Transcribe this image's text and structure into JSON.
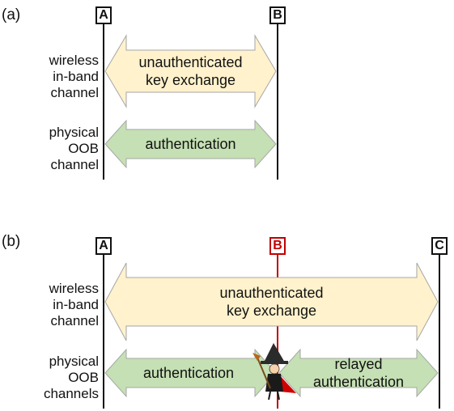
{
  "panel_a": {
    "label": "(a)",
    "party_a": "A",
    "party_b": "B",
    "side_label_1": [
      "wireless",
      "in-band",
      "channel"
    ],
    "side_label_2": [
      "physical",
      "OOB",
      "channel"
    ],
    "arrow_1": [
      "unauthenticated",
      "key exchange"
    ],
    "arrow_2": "authentication"
  },
  "panel_b": {
    "label": "(b)",
    "party_a": "A",
    "party_b": "B",
    "party_c": "C",
    "side_label_1": [
      "wireless",
      "in-band",
      "channel"
    ],
    "side_label_2": [
      "physical",
      "OOB",
      "channels"
    ],
    "arrow_1": [
      "unauthenticated",
      "key exchange"
    ],
    "arrow_2": "authentication",
    "arrow_3": [
      "relayed",
      "authentication"
    ]
  },
  "colors": {
    "key_exchange_fill": "#fff2cc",
    "authentication_fill": "#c5e0b4",
    "attacker_line": "#c00000",
    "line": "#111111"
  },
  "icons": {
    "attacker": "wizard-attacker-icon"
  }
}
